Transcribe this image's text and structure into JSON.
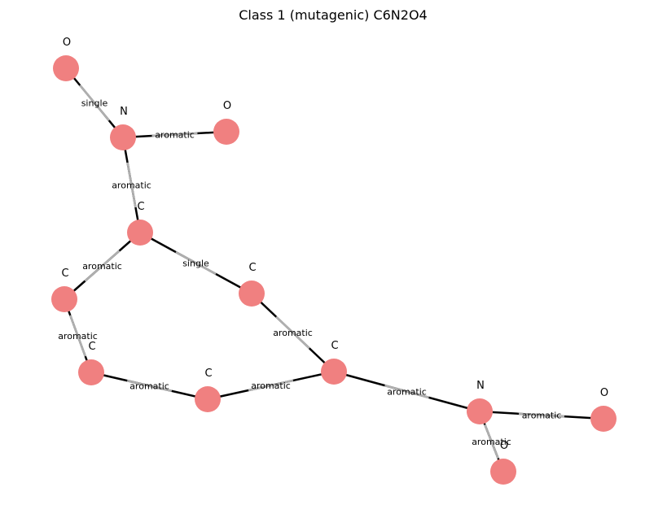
{
  "title": "Class 1 (mutagenic) C6N2O4",
  "colors": {
    "node": "#f08080",
    "edge_half_a": "#b0b0b0",
    "edge_half_b": "#000000"
  },
  "atoms": [
    {
      "id": "O1",
      "label": "O"
    },
    {
      "id": "N1",
      "label": "N"
    },
    {
      "id": "O2",
      "label": "O"
    },
    {
      "id": "C1",
      "label": "C"
    },
    {
      "id": "C2",
      "label": "C"
    },
    {
      "id": "C3",
      "label": "C"
    },
    {
      "id": "C4",
      "label": "C"
    },
    {
      "id": "C5",
      "label": "C"
    },
    {
      "id": "C6",
      "label": "C"
    },
    {
      "id": "N2",
      "label": "N"
    },
    {
      "id": "O3",
      "label": "O"
    },
    {
      "id": "O4",
      "label": "O"
    }
  ],
  "bonds": [
    {
      "from": "O1",
      "to": "N1",
      "label": "single"
    },
    {
      "from": "N1",
      "to": "O2",
      "label": "aromatic"
    },
    {
      "from": "N1",
      "to": "C1",
      "label": "aromatic"
    },
    {
      "from": "C1",
      "to": "C2",
      "label": "aromatic"
    },
    {
      "from": "C1",
      "to": "C3",
      "label": "single"
    },
    {
      "from": "C2",
      "to": "C4",
      "label": "aromatic"
    },
    {
      "from": "C3",
      "to": "C6",
      "label": "aromatic"
    },
    {
      "from": "C4",
      "to": "C5",
      "label": "aromatic"
    },
    {
      "from": "C5",
      "to": "C6",
      "label": "aromatic"
    },
    {
      "from": "C6",
      "to": "N2",
      "label": "aromatic"
    },
    {
      "from": "N2",
      "to": "O3",
      "label": "aromatic"
    },
    {
      "from": "N2",
      "to": "O4",
      "label": "aromatic"
    }
  ]
}
